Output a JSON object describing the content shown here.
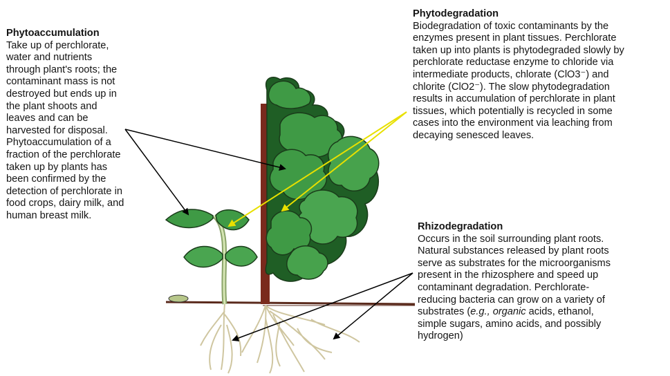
{
  "colors": {
    "text": "#141414",
    "leaf_fill": "#3f9a45",
    "leaf_dark": "#1f5e25",
    "trunk": "#7a2a1d",
    "stem": "#c9dca4",
    "roots": "#e7dfbd",
    "soil_line": "#5a2a1c",
    "arrow_black": "#000000",
    "arrow_yellow": "#e8e000"
  },
  "icons": {
    "tree": "tree-illustration",
    "seedling": "seedling-illustration"
  },
  "phytoaccumulation": {
    "title": "Phytoaccumulation",
    "body": "Take up of perchlorate,\nwater and nutrients\nthrough plant's roots; the\ncontaminant mass is not\ndestroyed but ends up in\nthe plant shoots and\nleaves and can be\nharvested for disposal.\nPhytoaccumulation of a\nfraction of the perchlorate\ntaken up by plants has\nbeen confirmed by the\ndetection of perchlorate in\nfood crops, dairy milk, and\nhuman breast milk."
  },
  "phytodegradation": {
    "title": "Phytodegradation",
    "body": "Biodegradation of toxic contaminants by the\nenzymes present in plant tissues. Perchlorate\ntaken up into plants is phytodegraded slowly by\nperchlorate reductase enzyme to chloride via\nintermediate products, chlorate (ClO3⁻) and\nchlorite (ClO2⁻). The slow phytodegradation\nresults in accumulation of perchlorate in plant\ntissues, which potentially is recycled in some\ncases into the environment via leaching from\ndecaying senesced leaves."
  },
  "rhizodegradation": {
    "title": "Rhizodegradation",
    "body_before": "Occurs in the soil surrounding plant roots.\nNatural substances released by plant roots\nserve as substrates for the microorganisms\npresent in the rhizosphere and speed up\ncontaminant degradation. Perchlorate-\nreducing bacteria can grow on a variety of\nsubstrates (",
    "body_italic_1": "e.g., organic",
    "body_after": " acids, ethanol,\nsimple sugars, amino acids, and possibly\nhydrogen)"
  }
}
